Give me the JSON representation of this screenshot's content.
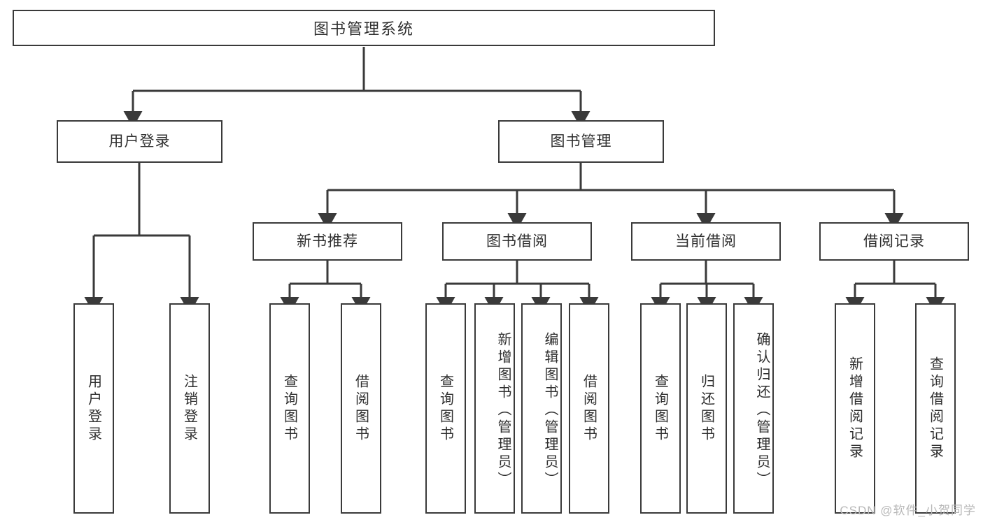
{
  "diagram": {
    "title": "图书管理系统",
    "watermark": "CSDN @软件_小贺同学",
    "colors": {
      "line": "#3a3a3a",
      "text": "#2f2f2f",
      "background": "#ffffff",
      "watermark": "#b8b8b8"
    },
    "nodes": {
      "root": "图书管理系统",
      "level1": [
        "用户登录",
        "图书管理"
      ],
      "level2": [
        "新书推荐",
        "图书借阅",
        "当前借阅",
        "借阅记录"
      ],
      "leaves": {
        "user_login": [
          "用户登录",
          "注销登录"
        ],
        "new_book": [
          "查询图书",
          "借阅图书"
        ],
        "borrow_book": [
          "查询图书",
          "新增图书（管理员）",
          "编辑图书（管理员）",
          "借阅图书"
        ],
        "current_borrow": [
          "查询图书",
          "归还图书",
          "确认归还（管理员）"
        ],
        "borrow_record": [
          "新增借阅记录",
          "查询借阅记录"
        ]
      }
    }
  }
}
